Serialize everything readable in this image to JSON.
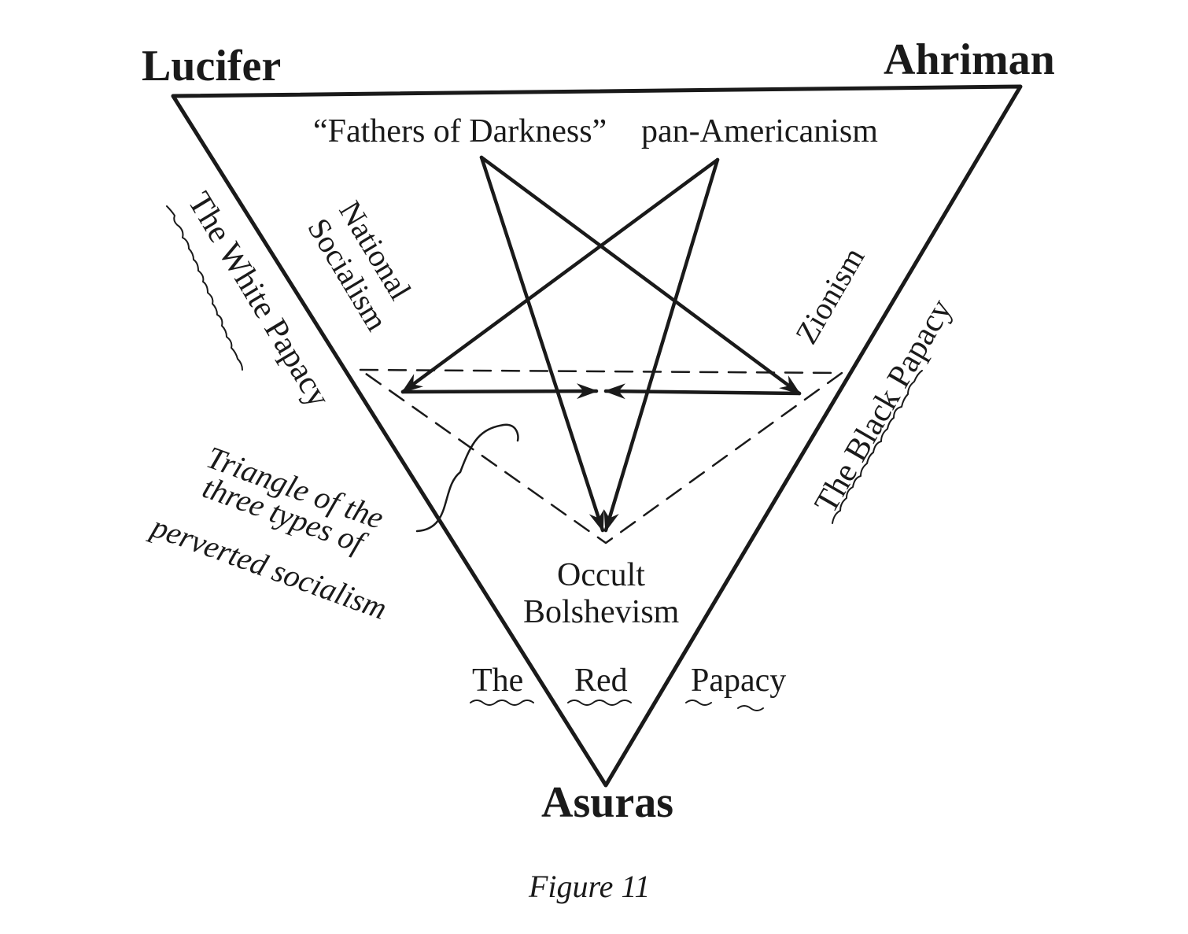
{
  "corners": {
    "top_left": "Lucifer",
    "top_right": "Ahriman",
    "bottom": "Asuras"
  },
  "pentagram_labels": {
    "fathers": "“Fathers of Darkness”",
    "pan_americanism": "pan-Americanism",
    "national": "National",
    "socialism": "Socialism",
    "zionism": "Zionism",
    "occult": "Occult",
    "bolshevism": "Bolshevism"
  },
  "papacies": {
    "white": "The White Papacy",
    "black": "The Black Papacy",
    "red_the": "The",
    "red_red": "Red",
    "red_papacy": "Papacy"
  },
  "annotation": {
    "line1": "Triangle of the",
    "line2": "three types of",
    "line3": "perverted socialism"
  },
  "caption": "Figure 11"
}
